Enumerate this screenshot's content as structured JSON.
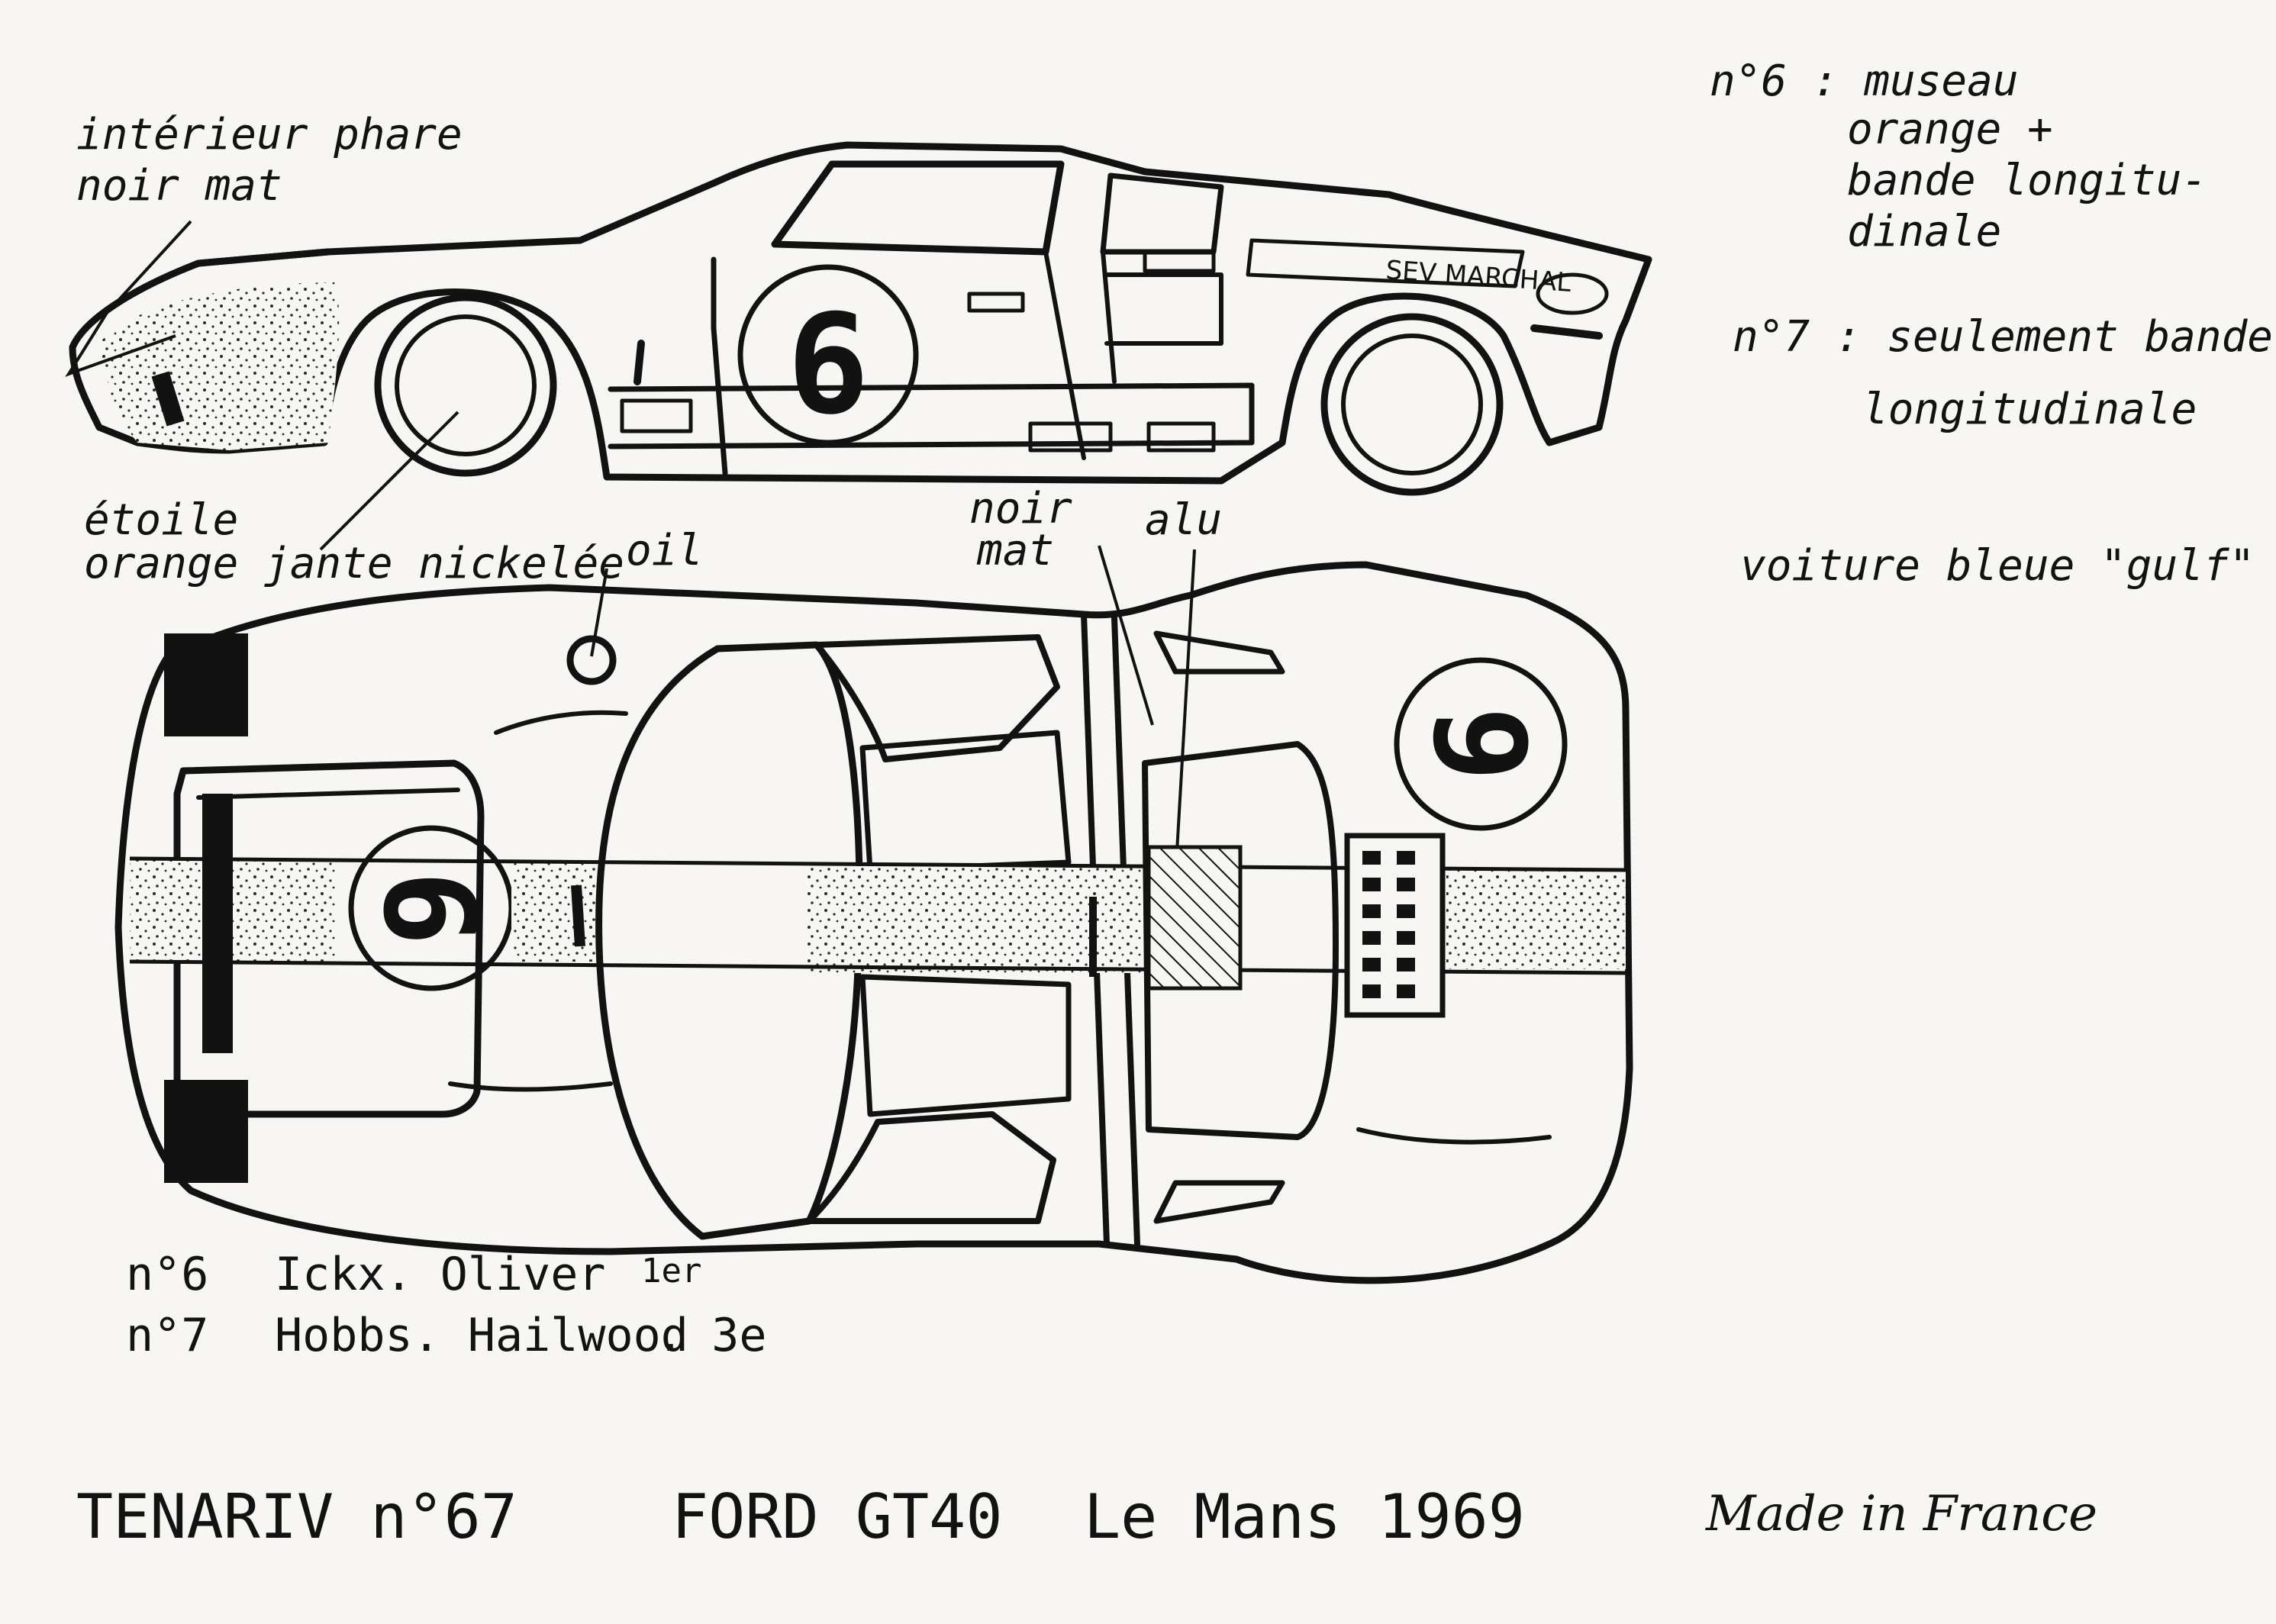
{
  "annotations": {
    "headlight_interior": [
      "intérieur phare",
      "noir mat"
    ],
    "wheel_star": [
      "étoile",
      "orange jante nickelée"
    ],
    "oil": "oil",
    "matt_black": [
      "noir",
      "mat"
    ],
    "aluminium": "alu"
  },
  "notes": {
    "car6": [
      "n°6 : museau",
      "orange +",
      "bande longitu-",
      "dinale"
    ],
    "car7": [
      "n°7 : seulement bande",
      "longitudinale"
    ],
    "colour": "voiture bleue \"gulf\""
  },
  "drivers": [
    {
      "no": "n°6",
      "names": "Ickx. Oliver",
      "result": "1er"
    },
    {
      "no": "n°7",
      "names": "Hobbs. Hailwood",
      "result": ". 3e"
    }
  ],
  "race_number": "6",
  "sponsor_decal": "SEV MARCHAL",
  "footer": {
    "model": "TENARIV n°67",
    "car": "FORD GT40",
    "race": "Le Mans 1969",
    "origin": "Made in France"
  },
  "colors": {
    "paper": "#f7f6f2",
    "ink": "#121212",
    "stipple": "#2a2a2a"
  }
}
